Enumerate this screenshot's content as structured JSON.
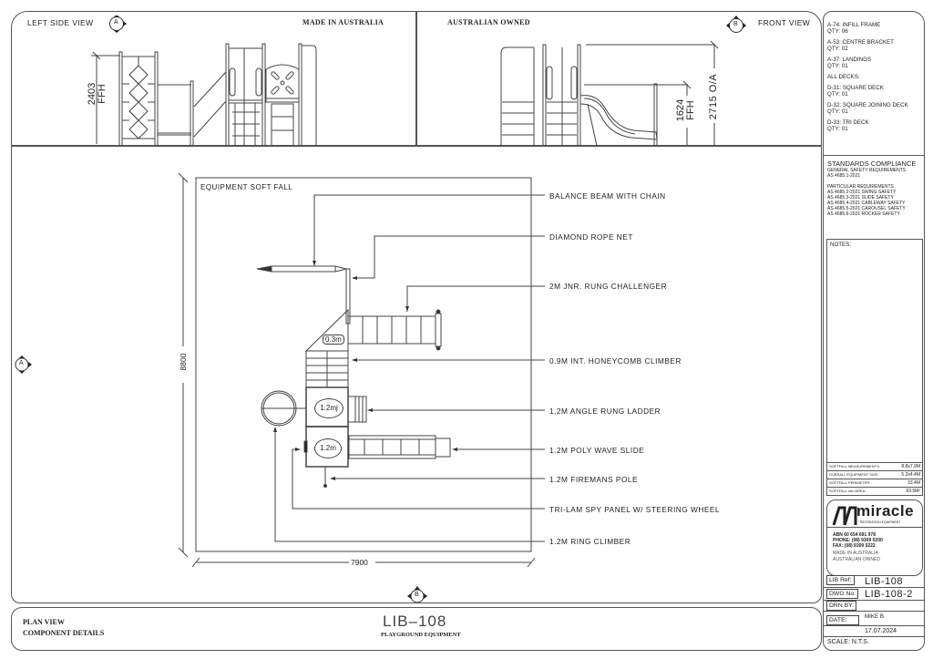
{
  "views": {
    "left_side_view": {
      "label": "LEFT SIDE VIEW",
      "marker": "A",
      "dimension": "2403",
      "dimension_sub": "FFH"
    },
    "made_in": "MADE IN AUSTRALIA",
    "owned": "AUSTRALIAN OWNED",
    "front_view": {
      "label": "FRONT VIEW",
      "marker": "B",
      "dimension_oa": "2715 O/A",
      "dimension_ffh": "1624",
      "dimension_ffh_sub": "FFH"
    }
  },
  "plan": {
    "softfall_label": "EQUIPMENT SOFT FALL",
    "width_dim": "7900",
    "height_dim": "8800",
    "left_marker": "A",
    "bottom_marker": "B",
    "deck_tags": [
      "0.3m",
      "1.2mj",
      "1.2m"
    ],
    "callouts": [
      "BALANCE BEAM WITH CHAIN",
      "DIAMOND ROPE NET",
      "2M JNR. RUNG CHALLENGER",
      "0.9M INT. HONEYCOMB CLIMBER",
      "1.2M ANGLE RUNG LADDER",
      "1.2M POLY WAVE SLIDE",
      "1.2M FIREMANS POLE",
      "TRI-LAM SPY PANEL W/ STEERING WHEEL",
      "1.2M RING CLIMBER"
    ]
  },
  "footer": {
    "left_line1": "PLAN VIEW",
    "left_line2": "COMPONENT DETAILS",
    "title": "LIB–108",
    "subtitle": "PLAYGROUND EQUIPMENT"
  },
  "title_block": {
    "components": [
      {
        "name": "A-74: INFILL FRAME",
        "qty": "QTY: 06"
      },
      {
        "name": "A-53: CENTRE BRACKET",
        "qty": "QTY: 02"
      },
      {
        "name": "A-37: LANDINGS",
        "qty": "QTY: 01"
      },
      {
        "name": "ALL DECKS:",
        "qty": ""
      },
      {
        "name": "D-31: SQUARE DECK",
        "qty": "QTY: 01"
      },
      {
        "name": "D-32: SQUARE JOINING DECK",
        "qty": "QTY: 01"
      },
      {
        "name": "D-33: TRI DECK",
        "qty": "QTY: 01"
      }
    ],
    "standards": {
      "heading": "STANDARDS COMPLIANCE",
      "general": "GENERAL SAFETY REQUIREMENTS",
      "general_std": "AS 4685.1-2021",
      "particular": "PARTICULAR REQUIREMENTS",
      "items": [
        "AS 4685.2-2021 SWING SAFETY",
        "AS 4685.3-2021 SLIDE SAFETY",
        "AS 4685.4-2021 CABLEWAY SAFETY",
        "AS 4685.5-2021 CAROUSEL SAFETY",
        "AS 4685.6-2021 ROCKER SAFETY"
      ],
      "notes_label": "NOTES:"
    },
    "measurements": [
      {
        "label": "SOFTFALL MEASUREMENTS:",
        "value": "8.8x7.9M"
      },
      {
        "label": "OVERALL EQUIPMENT SIZE:",
        "value": "5.2x4.4M"
      },
      {
        "label": "SOFTFALL PERIMETER:",
        "value": "33.4M"
      },
      {
        "label": "SOFTFALL min AREA:",
        "value": "69.5M²"
      }
    ],
    "company": {
      "logo_text": "miracle",
      "logo_sub": "RECREATION EQUIPMENT",
      "abn": "ABN  60 654 691 978",
      "phone": "PHONE:  (08) 9309 0200",
      "fax": "FAX:      (08) 9309 0222",
      "made": "MADE IN AUSTRALIA",
      "owned": "AUSTRALIAN OWNED"
    },
    "refs": {
      "lib_ref_label": "LIB Ref:",
      "lib_ref": "LIB-108",
      "dwg_no_label": "DWG No:",
      "dwg_no": "LIB-108-2",
      "drn_by_label": "DRN BY:",
      "drn_by": "MIKE B",
      "date_label": "DATE:",
      "date": "17.07.2024",
      "scale": "SCALE: N.T.S."
    }
  }
}
